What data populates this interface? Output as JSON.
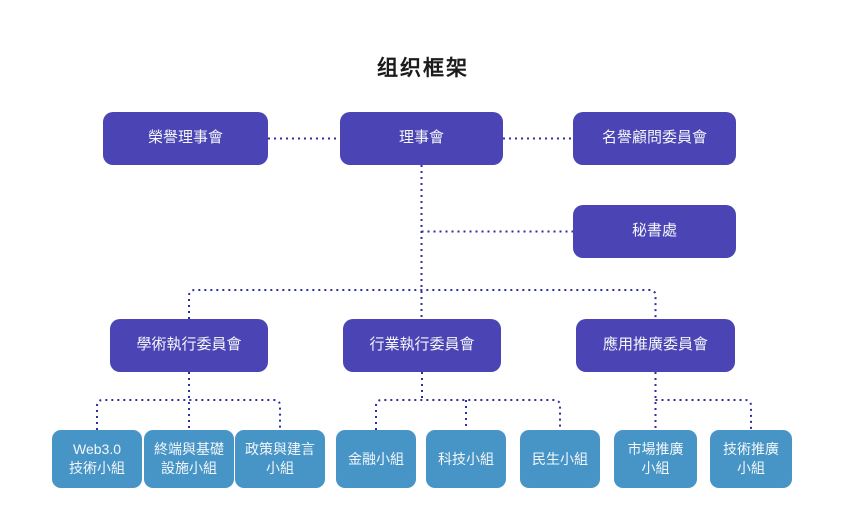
{
  "title": "组织框架",
  "colors": {
    "primary_box": "#4b44b4",
    "secondary_box": "#4695c6",
    "connector_line": "#2f2f9e",
    "title_text": "#1b1b1b",
    "box_text": "#f4f6fa"
  },
  "nodes": {
    "honorary_council": {
      "label": "榮譽理事會"
    },
    "council": {
      "label": "理事會"
    },
    "honorary_advisory": {
      "label": "名譽顧問委員會"
    },
    "secretariat": {
      "label": "秘書處"
    },
    "academic_committee": {
      "label": "學術執行委員會"
    },
    "industry_committee": {
      "label": "行業執行委員會"
    },
    "application_committee": {
      "label": "應用推廣委員會"
    },
    "web3_group": {
      "label": "Web3.0\n技術小組"
    },
    "terminal_group": {
      "label": "終端與基礎\n設施小組"
    },
    "policy_group": {
      "label": "政策與建言\n小組"
    },
    "finance_group": {
      "label": "金融小組"
    },
    "tech_group": {
      "label": "科技小組"
    },
    "livelihood_group": {
      "label": "民生小組"
    },
    "market_group": {
      "label": "市場推廣\n小組"
    },
    "tech_promo_group": {
      "label": "技術推廣\n小組"
    }
  },
  "hierarchy": {
    "root": "理事會",
    "peers_of_root": [
      "榮譽理事會",
      "名譽顧問委員會"
    ],
    "edges": [
      {
        "from": "理事會",
        "to": "秘書處"
      },
      {
        "from": "理事會",
        "to": "學術執行委員會"
      },
      {
        "from": "理事會",
        "to": "行業執行委員會"
      },
      {
        "from": "理事會",
        "to": "應用推廣委員會"
      },
      {
        "from": "學術執行委員會",
        "to": "Web3.0技術小組"
      },
      {
        "from": "學術執行委員會",
        "to": "終端與基礎設施小組"
      },
      {
        "from": "學術執行委員會",
        "to": "政策與建言小組"
      },
      {
        "from": "行業執行委員會",
        "to": "金融小組"
      },
      {
        "from": "行業執行委員會",
        "to": "科技小組"
      },
      {
        "from": "行業執行委員會",
        "to": "民生小組"
      },
      {
        "from": "應用推廣委員會",
        "to": "市場推廣小組"
      },
      {
        "from": "應用推廣委員會",
        "to": "技術推廣小組"
      }
    ]
  }
}
